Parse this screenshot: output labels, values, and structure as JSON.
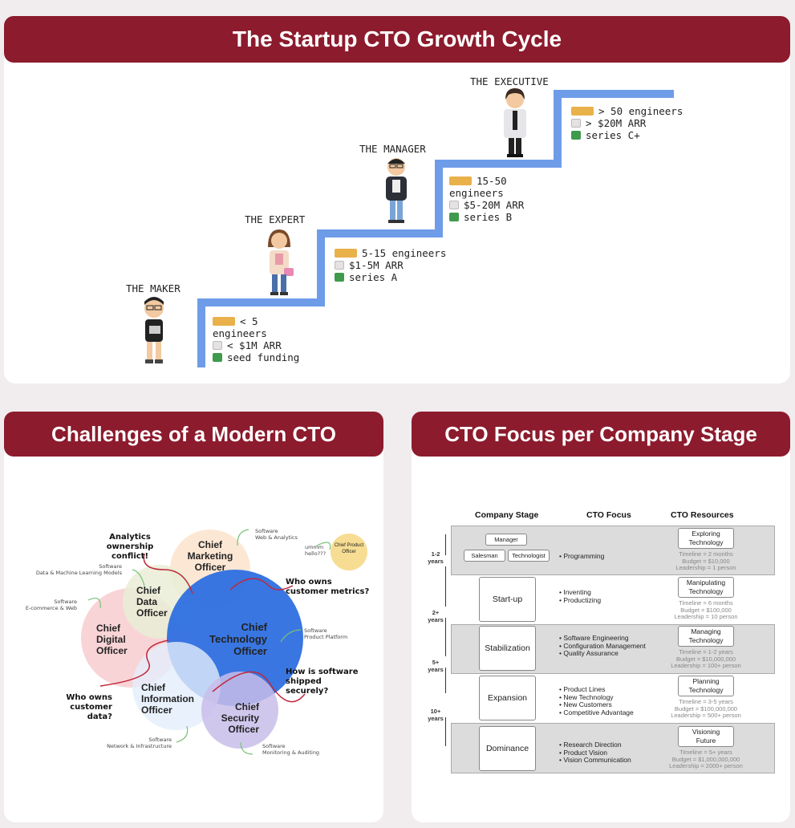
{
  "growth": {
    "title": "The Startup CTO Growth Cycle",
    "stages": [
      {
        "role": "THE MAKER",
        "engineers": "< 5",
        "engineers2": "engineers",
        "arr": "< $1M ARR",
        "funding": "seed funding"
      },
      {
        "role": "THE EXPERT",
        "engineers": "5-15 engineers",
        "arr": "$1-5M ARR",
        "funding": "series A"
      },
      {
        "role": "THE MANAGER",
        "engineers": "15-50",
        "engineers2": "engineers",
        "arr": "$5-20M ARR",
        "funding": "series B"
      },
      {
        "role": "THE EXECUTIVE",
        "engineers": "> 50 engineers",
        "arr": "> $20M ARR",
        "funding": "series C+"
      }
    ]
  },
  "challenges": {
    "title": "Challenges of a Modern CTO",
    "circles": {
      "cmo": "Chief Marketing Officer",
      "cdo": "Chief Data Officer",
      "cdgo": "Chief Digital Officer",
      "cto": "Chief Technology Officer",
      "cio": "Chief Information Officer",
      "cso": "Chief Security Officer",
      "cpo": "Chief Product Officer"
    },
    "software": {
      "cmo": [
        "Software",
        "Web & Analytics"
      ],
      "cdo": [
        "Software",
        "Data & Machine Learning Models"
      ],
      "cdgo": [
        "Software",
        "E-commerce & Web"
      ],
      "cto": [
        "Software",
        "Product Platform"
      ],
      "cio": [
        "Software",
        "Network & Infrastructure"
      ],
      "cso": [
        "Software",
        "Monitoring & Auditing"
      ]
    },
    "cpo_note": "ummm hello???",
    "questions": {
      "analytics": "Analytics ownership conflict!",
      "metrics": "Who owns customer metrics?",
      "data": "Who owns customer data?",
      "secure": "How is software shipped securely?"
    }
  },
  "focus": {
    "title": "CTO Focus per Company Stage",
    "headers": [
      "Company Stage",
      "CTO Focus",
      "CTO Resources"
    ],
    "first_roles": [
      "Manager",
      "Salesman",
      "Technologist"
    ],
    "years": [
      "1-2 years",
      "2+ years",
      "5+ years",
      "10+ years"
    ],
    "rows": [
      {
        "stage": "",
        "focus": [
          "Programming"
        ],
        "resource": "Exploring Technology",
        "details": [
          "Timeline = 2 months",
          "Budget = $10,000",
          "Leadership = 1 person"
        ]
      },
      {
        "stage": "Start-up",
        "focus": [
          "Inventing",
          "Productizing"
        ],
        "resource": "Manipulating Technology",
        "details": [
          "Timeline = 6 months",
          "Budget = $100,000",
          "Leadership = 10 person"
        ]
      },
      {
        "stage": "Stabilization",
        "focus": [
          "Software Engineering",
          "Configuration Management",
          "Quality Assurance"
        ],
        "resource": "Managing Technology",
        "details": [
          "Timeline = 1-2 years",
          "Budget = $10,000,000",
          "Leadership = 100+ person"
        ]
      },
      {
        "stage": "Expansion",
        "focus": [
          "Product Lines",
          "New Technology",
          "New Customers",
          "Competitive Advantage"
        ],
        "resource": "Planning Technology",
        "details": [
          "Timeline = 3-5 years",
          "Budget = $100,000,000",
          "Leadership = 500+ person"
        ]
      },
      {
        "stage": "Dominance",
        "focus": [
          "Research Direction",
          "Product Vision",
          "Vision Communication"
        ],
        "resource": "Visioning Future",
        "details": [
          "Timeline = 5+ years",
          "Budget = $1,000,000,000",
          "Leadership = 2000+ person"
        ]
      }
    ]
  }
}
